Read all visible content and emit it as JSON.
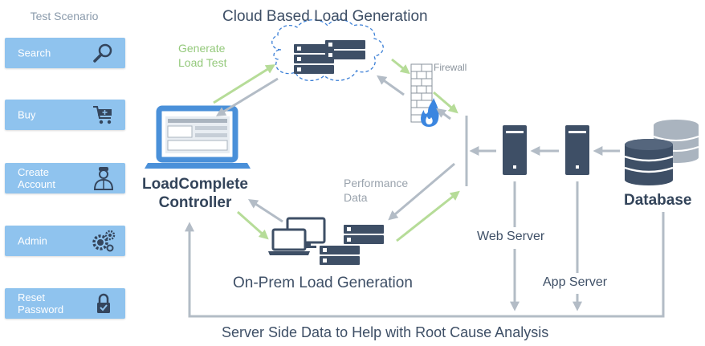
{
  "sidebar": {
    "title": "Test Scenario",
    "items": [
      {
        "label": "Search",
        "icon": "search-icon"
      },
      {
        "label": "Buy",
        "icon": "cart-icon"
      },
      {
        "label": "Create\nAccount",
        "icon": "user-icon"
      },
      {
        "label": "Admin",
        "icon": "gears-icon"
      },
      {
        "label": "Reset\nPassword",
        "icon": "lock-icon"
      }
    ]
  },
  "diagram": {
    "cloud_title": "Cloud Based Load Generation",
    "generate_label_line1": "Generate",
    "generate_label_line2": "Load Test",
    "firewall_label": "Firewall",
    "controller_line1": "LoadComplete",
    "controller_line2": "Controller",
    "performance_line1": "Performance",
    "performance_line2": "Data",
    "onprem_title": "On-Prem Load Generation",
    "web_server_label": "Web Server",
    "app_server_label": "App Server",
    "database_label": "Database",
    "footer": "Server Side Data to Help with Root Cause Analysis"
  },
  "colors": {
    "button_bg": "#8fc3ee",
    "server_dark": "#3e4f66",
    "arrow_gray": "#b3bcc6",
    "arrow_green": "#b6dc98",
    "laptop_blue": "#4a90d9",
    "flame_blue": "#3b86e0",
    "text_dark": "#33445a"
  }
}
